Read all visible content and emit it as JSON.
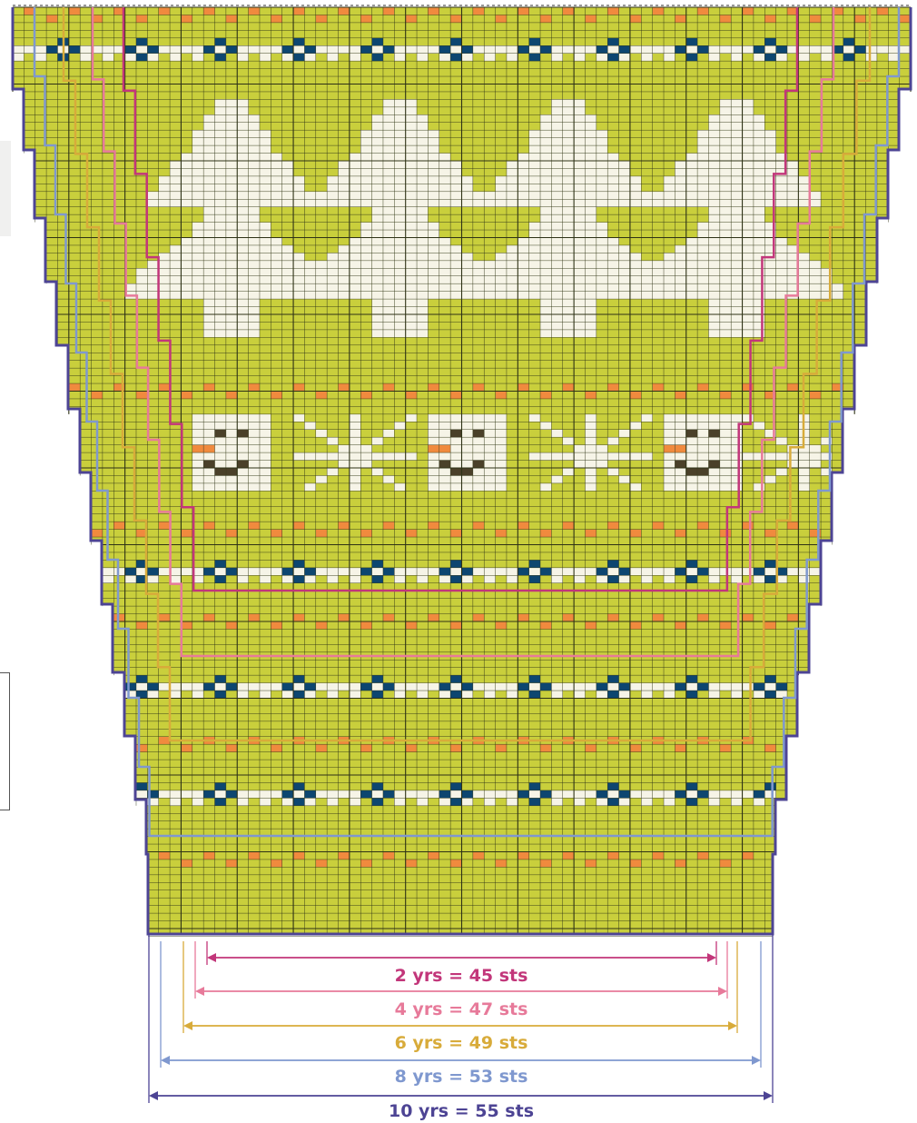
{
  "colors": {
    "background": "#c9cf3c",
    "grid_line": "#2e3216",
    "white_stitch": "#f6f4e7",
    "navy_stitch": "#0d4670",
    "orange_stitch": "#f08a3e",
    "brown_stitch": "#4a4029",
    "outline": "#4d4494"
  },
  "chart": {
    "stitches": 55,
    "rows": 82,
    "pattern_bands": [
      "orange dash band",
      "navy dot band",
      "tree motif band",
      "orange dash band",
      "snowman and star band",
      "orange dash band",
      "navy dot band",
      "orange dash band",
      "navy dot band",
      "orange dash band",
      "navy dot band",
      "orange dash band"
    ]
  },
  "sizes": [
    {
      "label": "2 yrs = 45 sts",
      "color": "#c2367a",
      "stitches": 45
    },
    {
      "label": "4 yrs = 47 sts",
      "color": "#e77a9a",
      "stitches": 47
    },
    {
      "label": "6 yrs = 49 sts",
      "color": "#d8ab3a",
      "stitches": 49
    },
    {
      "label": "8 yrs = 53 sts",
      "color": "#7f98cf",
      "stitches": 53
    },
    {
      "label": "10 yrs = 55 sts",
      "color": "#4d4494",
      "stitches": 55
    }
  ]
}
